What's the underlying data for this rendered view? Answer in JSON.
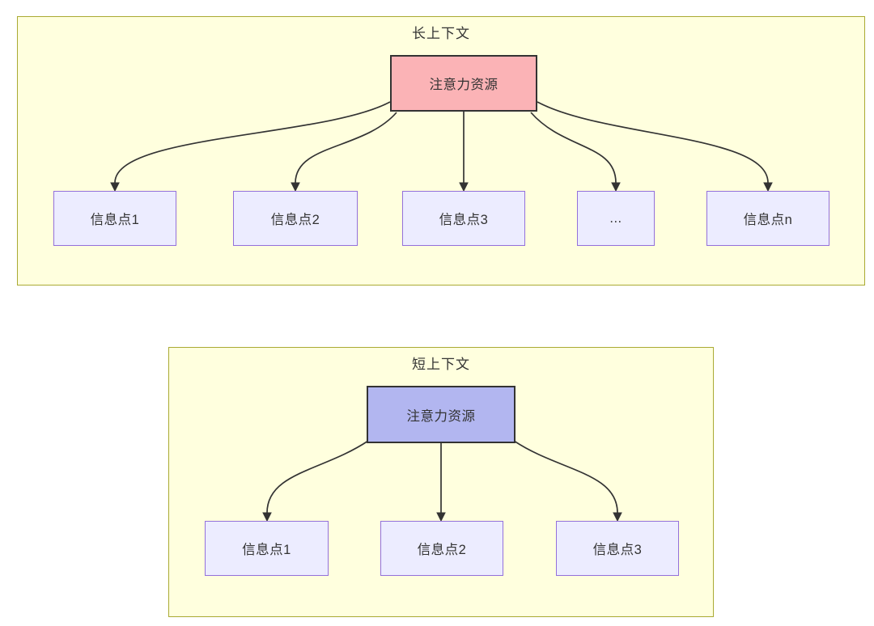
{
  "colors": {
    "page_background": "#ffffff",
    "cluster_fill": "#ffffde",
    "cluster_border": "#aaaa33",
    "info_node_fill": "#ececff",
    "info_node_border": "#9370db",
    "attention_long_fill": "#fbb3b6",
    "attention_short_fill": "#b2b6f0",
    "attention_border": "#333333",
    "edge_color": "#333333",
    "text_color": "#333333"
  },
  "long_context": {
    "title": "长上下文",
    "attention": {
      "label": "注意力资源"
    },
    "nodes": [
      {
        "label": "信息点1"
      },
      {
        "label": "信息点2"
      },
      {
        "label": "信息点3"
      },
      {
        "label": "..."
      },
      {
        "label": "信息点n"
      }
    ]
  },
  "short_context": {
    "title": "短上下文",
    "attention": {
      "label": "注意力资源"
    },
    "nodes": [
      {
        "label": "信息点1"
      },
      {
        "label": "信息点2"
      },
      {
        "label": "信息点3"
      }
    ]
  }
}
